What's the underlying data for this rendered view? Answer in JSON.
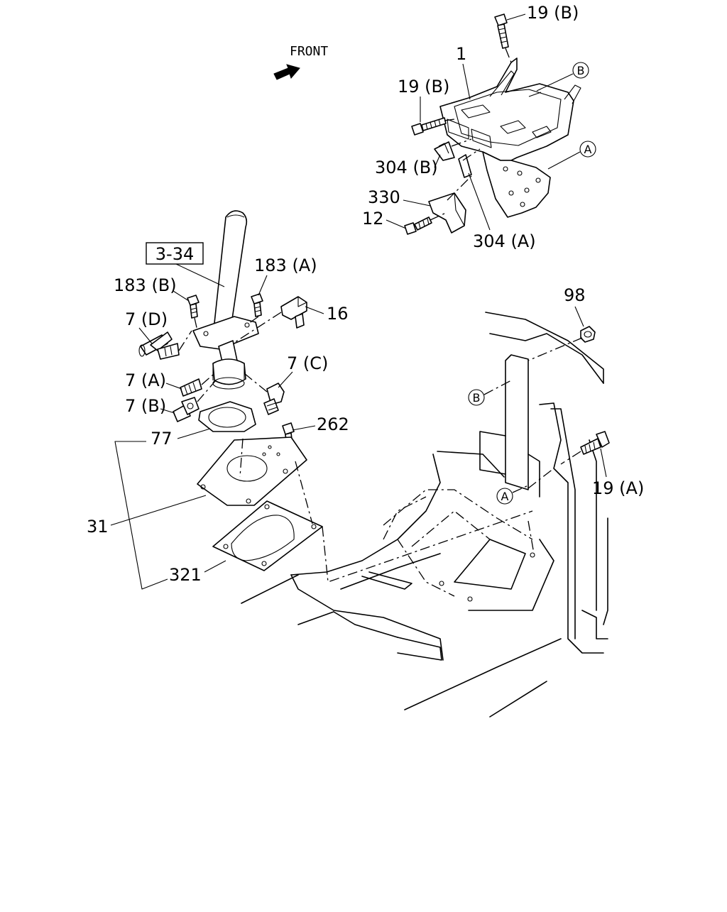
{
  "front_label": "FRONT",
  "ref_box": "3-34",
  "circle_markers": {
    "a": "A",
    "b": "B"
  },
  "callouts": {
    "p19b_top": "19 (B)",
    "p1": "1",
    "p19b_left": "19 (B)",
    "p304b": "304 (B)",
    "p330": "330",
    "p12": "12",
    "p304a": "304 (A)",
    "p183a": "183 (A)",
    "p183b": "183 (B)",
    "p16": "16",
    "p7d": "7 (D)",
    "p7a": "7 (A)",
    "p7b": "7 (B)",
    "p7c": "7 (C)",
    "p77": "77",
    "p262": "262",
    "p31": "31",
    "p321": "321",
    "p98": "98",
    "p19a": "19 (A)"
  }
}
